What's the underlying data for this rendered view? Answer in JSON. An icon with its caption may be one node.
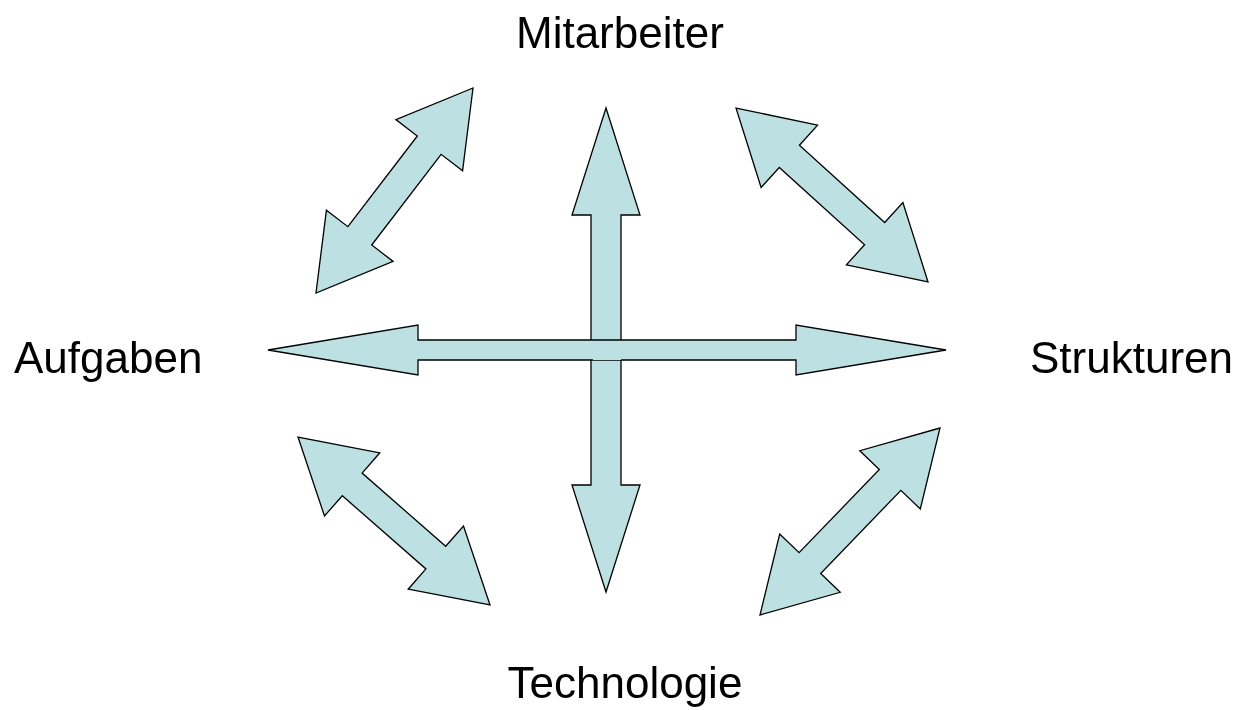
{
  "diagram": {
    "nodes": [
      {
        "text": [
          "Mitarbeiter"
        ]
      },
      {
        "text": [
          "Aufgaben"
        ]
      },
      {
        "text": [
          "Strukturen"
        ]
      },
      {
        "text": [
          "Technologie"
        ]
      }
    ],
    "edges": [
      {
        "from": 0,
        "to": 3,
        "arrow": "both"
      },
      {
        "from": 1,
        "to": 2,
        "arrow": "both"
      },
      {
        "from": 0,
        "to": 1,
        "arrow": "both"
      },
      {
        "from": 0,
        "to": 2,
        "arrow": "both"
      },
      {
        "from": 1,
        "to": 3,
        "arrow": "both"
      },
      {
        "from": 2,
        "to": 3,
        "arrow": "both"
      }
    ]
  }
}
